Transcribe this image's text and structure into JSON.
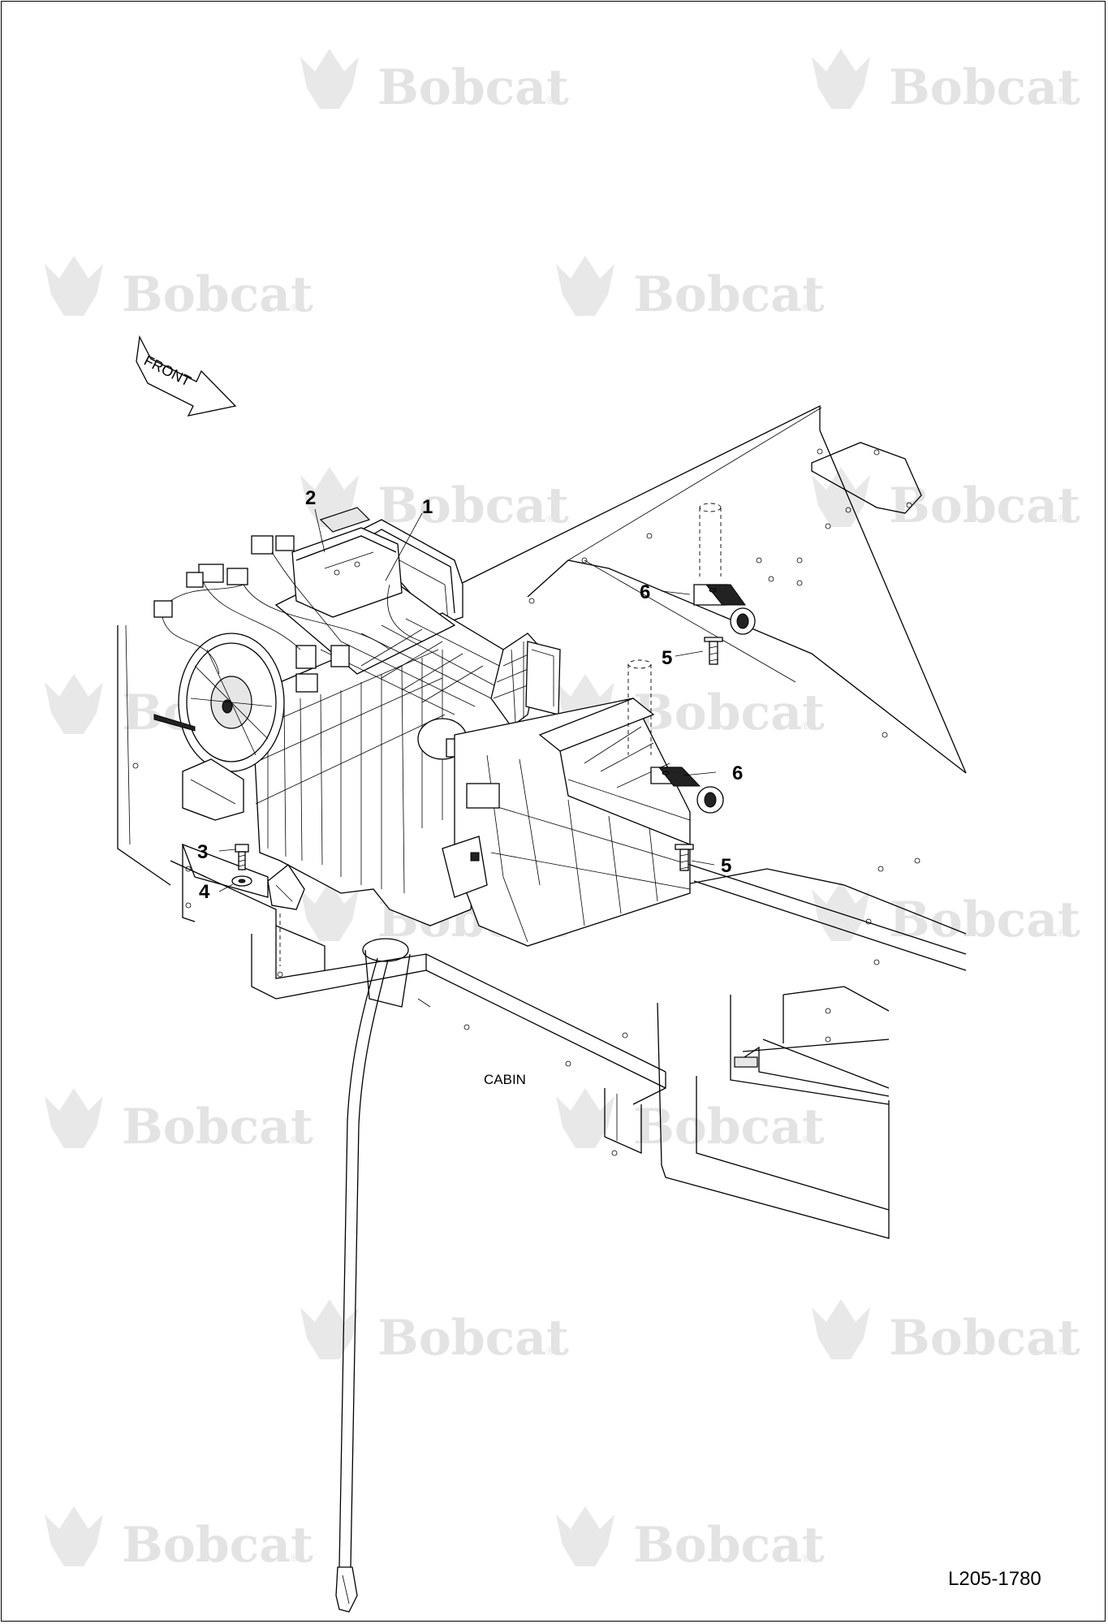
{
  "brand": {
    "watermark_text": "Bobcat",
    "watermark_reg": "®",
    "watermark_color": "#e3e3e3"
  },
  "direction_arrow": {
    "label": "FRONT"
  },
  "callouts": [
    {
      "id": "callout-1",
      "number": "1"
    },
    {
      "id": "callout-2",
      "number": "2"
    },
    {
      "id": "callout-3",
      "number": "3"
    },
    {
      "id": "callout-4",
      "number": "4"
    },
    {
      "id": "callout-5a",
      "number": "5"
    },
    {
      "id": "callout-5b",
      "number": "5"
    },
    {
      "id": "callout-6a",
      "number": "6"
    },
    {
      "id": "callout-6b",
      "number": "6"
    }
  ],
  "area_label": "CABIN",
  "figure_id": "L205-1780"
}
